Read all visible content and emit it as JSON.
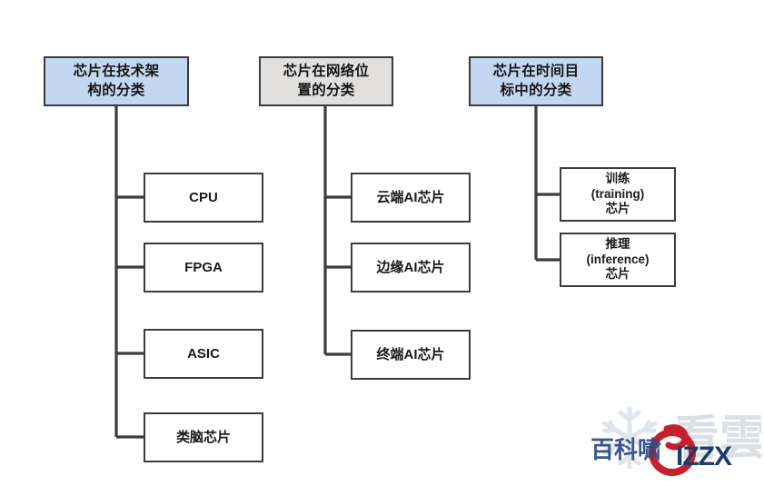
{
  "diagram": {
    "title_semantic": "ai-chip-classification-diagram",
    "background_color": "#ffffff",
    "line_color": "#3c3c3c",
    "columns": [
      {
        "id": "tech-architecture",
        "root": {
          "label": "芯片在技术架\n构的分类",
          "fill": "#c4d7f2",
          "border": "#3b3b3b"
        },
        "leaves": [
          {
            "label": "CPU"
          },
          {
            "label": "FPGA"
          },
          {
            "label": "ASIC"
          },
          {
            "label": "类脑芯片"
          }
        ]
      },
      {
        "id": "network-position",
        "root": {
          "label": "芯片在网络位\n置的分类",
          "fill": "#e2e0df",
          "border": "#3b3b3b"
        },
        "leaves": [
          {
            "label": "云端AI芯片"
          },
          {
            "label": "边缘AI芯片"
          },
          {
            "label": "终端AI芯片"
          }
        ]
      },
      {
        "id": "time-target",
        "root": {
          "label": "芯片在时间目\n标中的分类",
          "fill": "#c4d7f2",
          "border": "#3b3b3b"
        },
        "leaves": [
          {
            "label": "训练\n(training)\n芯片"
          },
          {
            "label": "推理\n(inference)\n芯片"
          }
        ]
      }
    ]
  },
  "watermark": {
    "left_text": "百科啸",
    "right_text": "看雲",
    "brand_text": "IZZX",
    "left_color": "#2b4a86",
    "right_color": "#d9dde4",
    "brand_color": "#1f3a6e",
    "mark_color": "#c6202b"
  }
}
